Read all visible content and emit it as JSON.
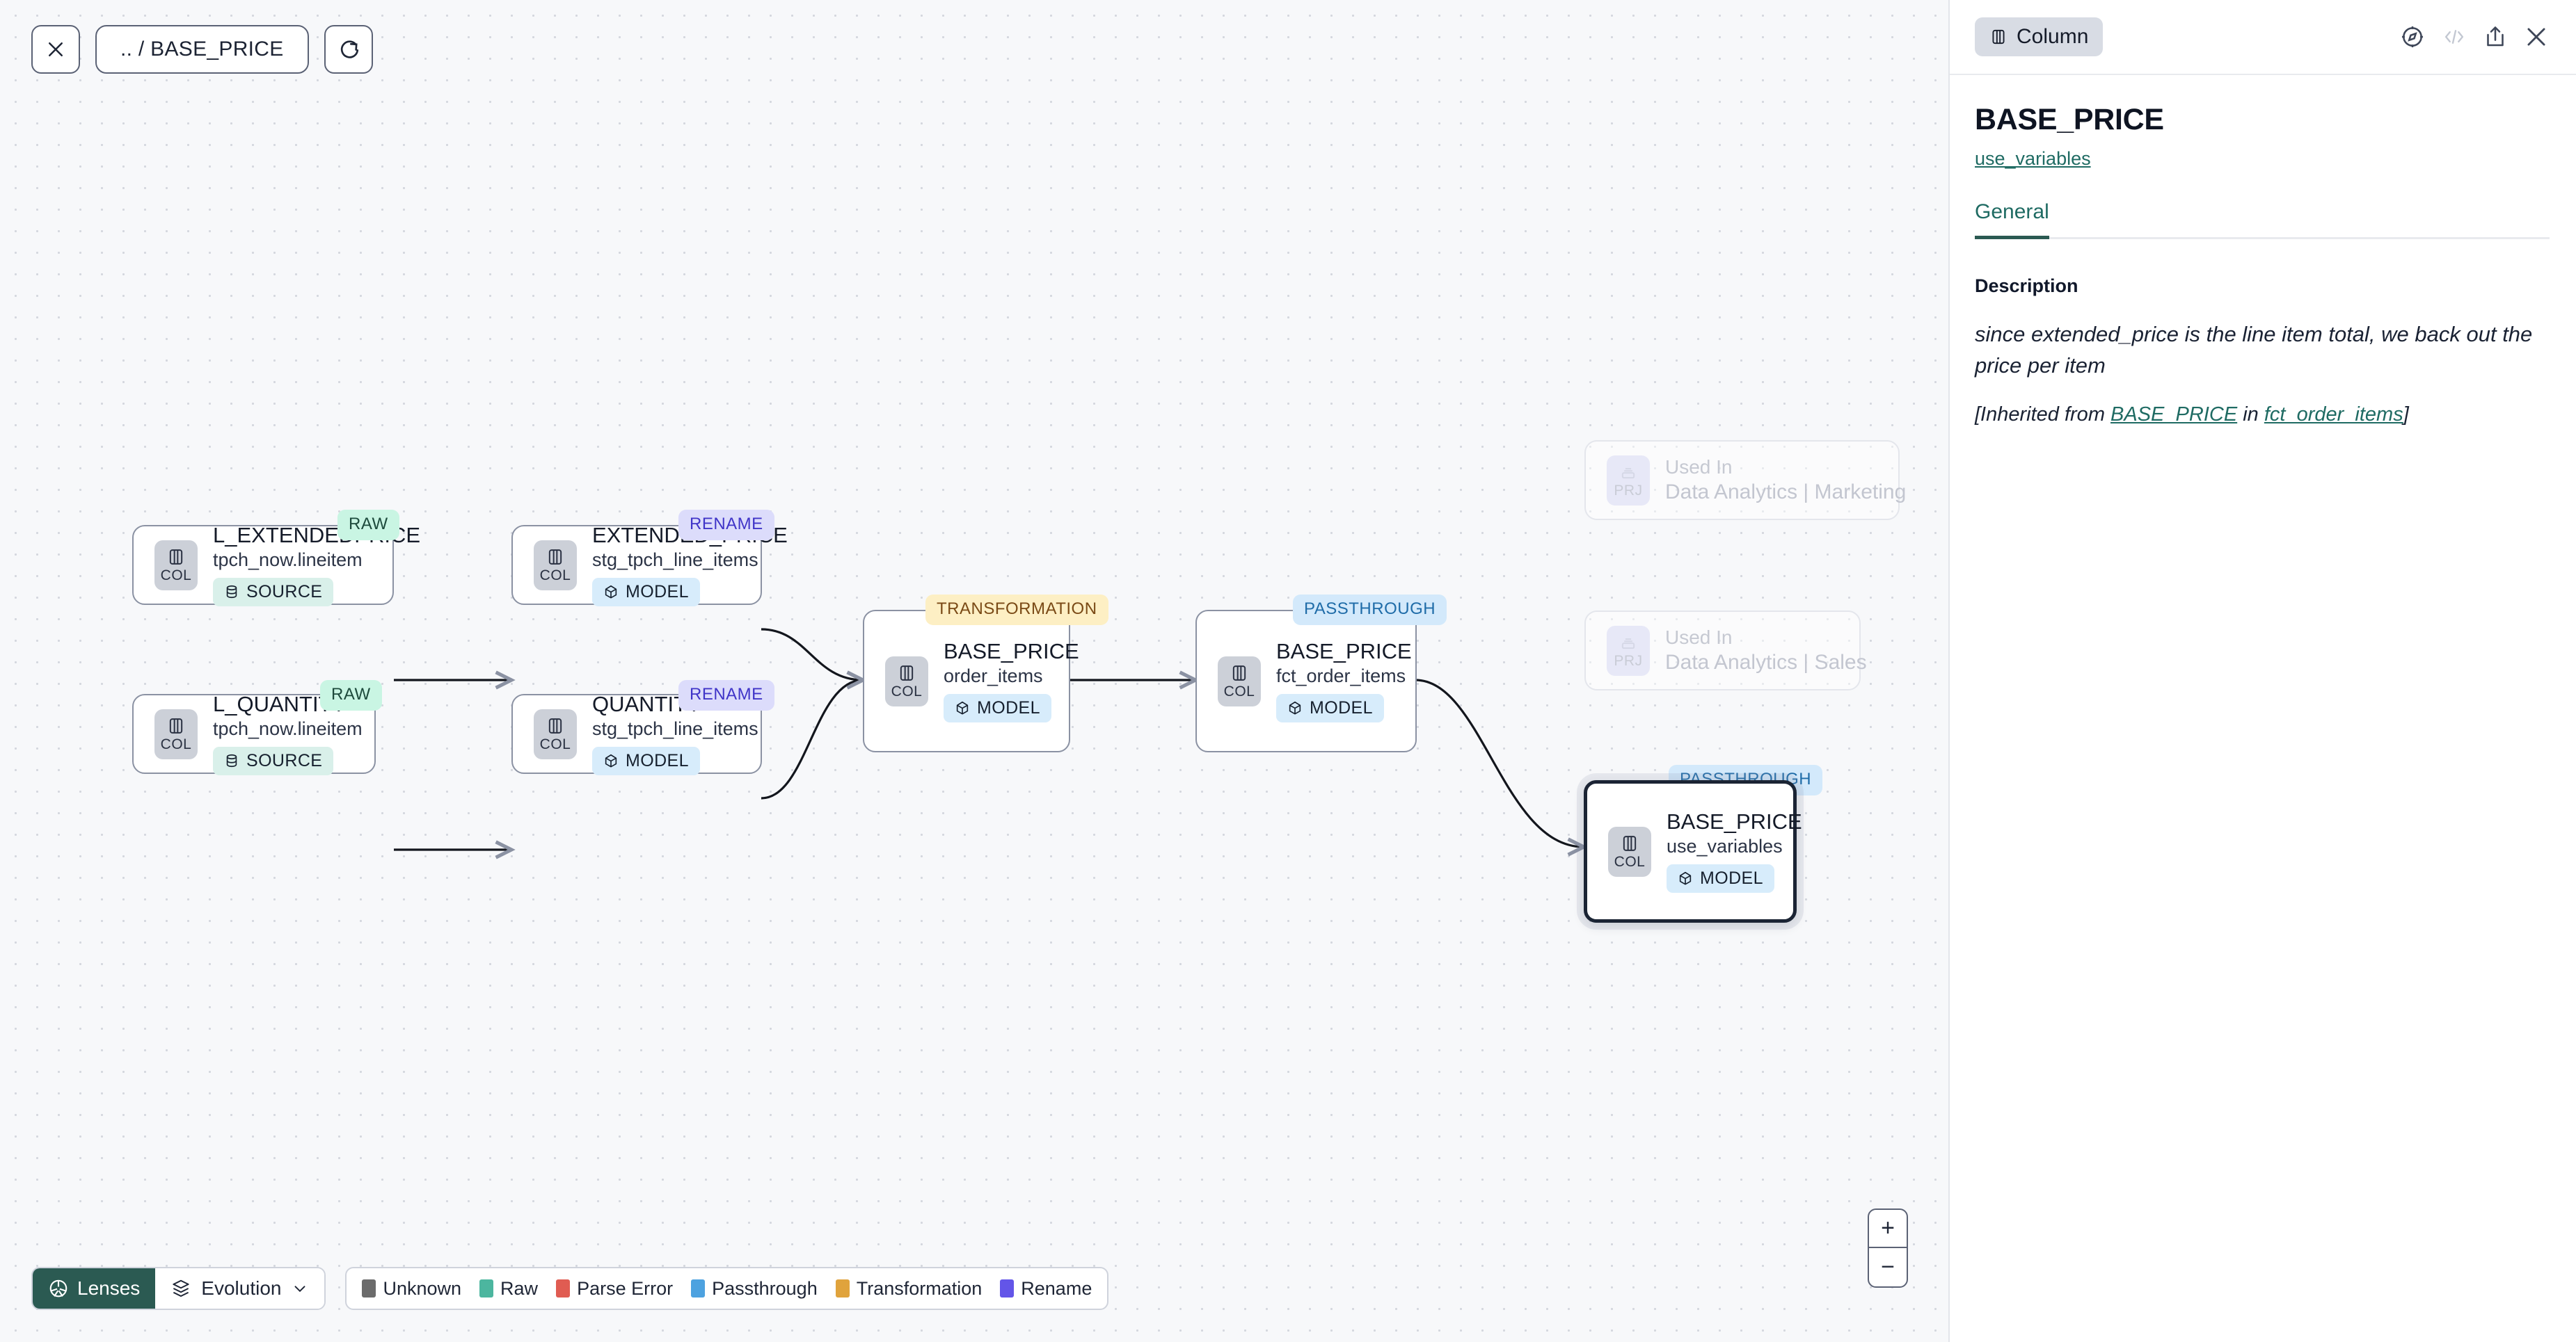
{
  "canvas": {
    "toolbar": {
      "close_label": "close-icon",
      "breadcrumb": ".. / BASE_PRICE",
      "refresh_label": "refresh-icon"
    },
    "nodes": [
      {
        "badge": "RAW",
        "badge_kind": "raw",
        "type_label": "COL",
        "type_icon": "column-icon",
        "title": "L_EXTENDEDPRICE",
        "subtitle": "tpch_now.lineitem",
        "kind": "SOURCE",
        "kind_class": "source",
        "kind_icon": "database-icon"
      },
      {
        "badge": "RENAME",
        "badge_kind": "rename",
        "type_label": "COL",
        "type_icon": "column-icon",
        "title": "EXTENDED_PRICE",
        "subtitle": "stg_tpch_line_items",
        "kind": "MODEL",
        "kind_class": "model",
        "kind_icon": "cube-icon"
      },
      {
        "badge": "RAW",
        "badge_kind": "raw",
        "type_label": "COL",
        "type_icon": "column-icon",
        "title": "L_QUANTITY",
        "subtitle": "tpch_now.lineitem",
        "kind": "SOURCE",
        "kind_class": "source",
        "kind_icon": "database-icon"
      },
      {
        "badge": "RENAME",
        "badge_kind": "rename",
        "type_label": "COL",
        "type_icon": "column-icon",
        "title": "QUANTITY",
        "subtitle": "stg_tpch_line_items",
        "kind": "MODEL",
        "kind_class": "model",
        "kind_icon": "cube-icon"
      },
      {
        "badge": "TRANSFORMATION",
        "badge_kind": "transformation",
        "type_label": "COL",
        "type_icon": "column-icon",
        "title": "BASE_PRICE",
        "subtitle": "order_items",
        "kind": "MODEL",
        "kind_class": "model",
        "kind_icon": "cube-icon"
      },
      {
        "badge": "PASSTHROUGH",
        "badge_kind": "passthrough",
        "type_label": "COL",
        "type_icon": "column-icon",
        "title": "BASE_PRICE",
        "subtitle": "fct_order_items",
        "kind": "MODEL",
        "kind_class": "model",
        "kind_icon": "cube-icon"
      },
      {
        "badge": "PASSTHROUGH",
        "badge_kind": "passthrough",
        "type_label": "COL",
        "type_icon": "column-icon",
        "title": "BASE_PRICE",
        "subtitle": "use_variables",
        "kind": "MODEL",
        "kind_class": "model",
        "kind_icon": "cube-icon",
        "selected": true
      }
    ],
    "ghost_nodes": [
      {
        "type_label": "PRJ",
        "type_icon": "project-icon",
        "title": "Used In",
        "subtitle": "Data Analytics | Marketing"
      },
      {
        "type_label": "PRJ",
        "type_icon": "project-icon",
        "title": "Used In",
        "subtitle": "Data Analytics | Sales"
      }
    ],
    "bottom": {
      "lenses_label": "Lenses",
      "lenses_icon": "aperture-icon",
      "evolution_label": "Evolution",
      "evolution_icon": "layers-icon",
      "chevron": "chevron-down-icon",
      "legend": [
        {
          "label": "Unknown",
          "color": "#6b6b6b"
        },
        {
          "label": "Raw",
          "color": "#4cb69f"
        },
        {
          "label": "Parse Error",
          "color": "#e05c52"
        },
        {
          "label": "Passthrough",
          "color": "#4da2e0"
        },
        {
          "label": "Transformation",
          "color": "#e0a33c"
        },
        {
          "label": "Rename",
          "color": "#6355e8"
        }
      ]
    },
    "zoom": {
      "in_label": "+",
      "out_label": "−"
    }
  },
  "panel": {
    "chip_label": "Column",
    "chip_icon": "column-icon",
    "icons": {
      "explore": "compass-icon",
      "code": "code-icon",
      "share": "share-icon",
      "close": "close-icon"
    },
    "title": "BASE_PRICE",
    "link": "use_variables",
    "tabs": [
      {
        "label": "General",
        "active": true
      }
    ],
    "description_label": "Description",
    "description": "since extended_price is the line item total, we back out the price per item",
    "inherited_prefix": "[Inherited from ",
    "inherited_column": "BASE_PRICE",
    "inherited_mid": " in ",
    "inherited_model": "fct_order_items",
    "inherited_suffix": "]"
  }
}
